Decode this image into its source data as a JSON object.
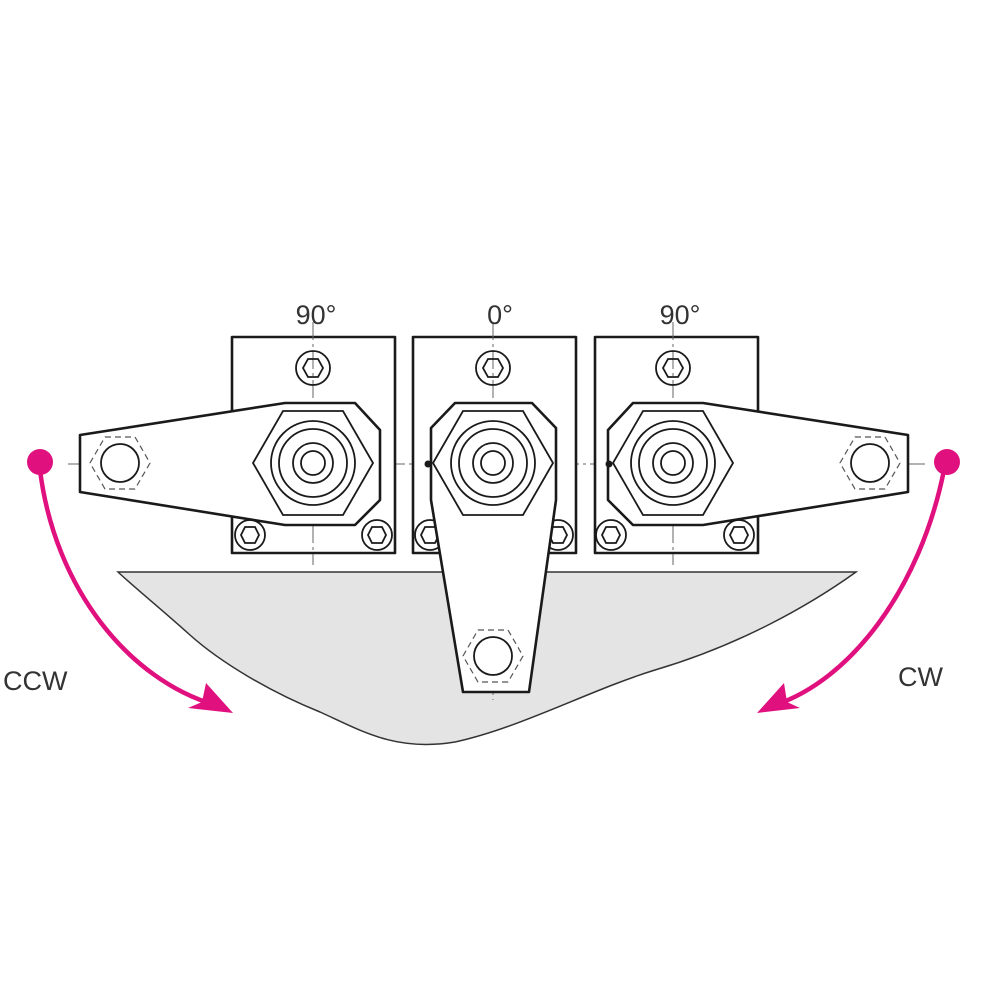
{
  "labels": {
    "left_angle": "90°",
    "center_angle": "0°",
    "right_angle": "90°",
    "ccw": "CCW",
    "cw": "CW"
  },
  "colors": {
    "arrow": "#E0117F",
    "workpiece": "#E4E4E4",
    "line": "#1A1A1A",
    "text": "#333333"
  }
}
